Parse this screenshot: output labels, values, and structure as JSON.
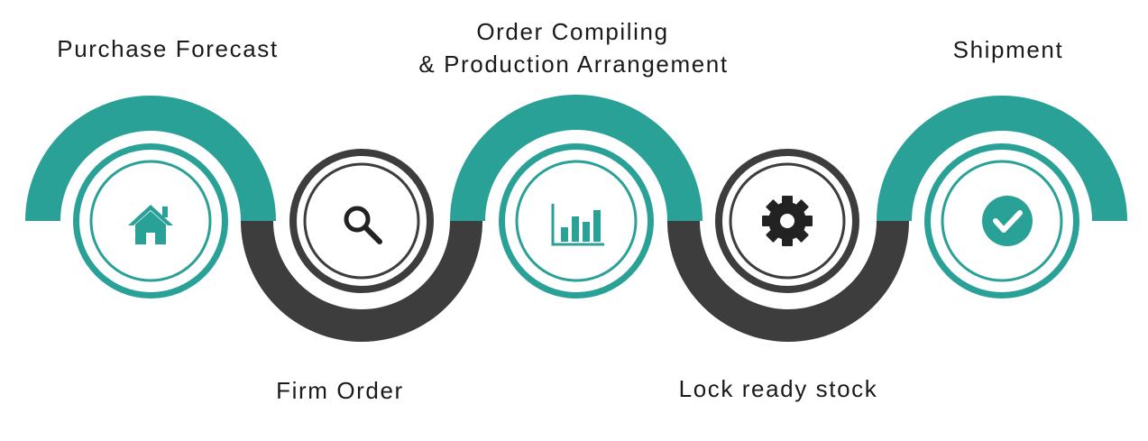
{
  "colors": {
    "teal": "#2aa197",
    "dark": "#3d3d3d",
    "icon_dark": "#222222",
    "background": "#ffffff"
  },
  "steps": [
    {
      "label_lines": [
        "Purchase Forecast"
      ],
      "icon": "home-icon",
      "theme": "teal",
      "label_position": "top"
    },
    {
      "label_lines": [
        "Firm Order"
      ],
      "icon": "search-icon",
      "theme": "dark",
      "label_position": "bottom"
    },
    {
      "label_lines": [
        "Order Compiling",
        "& Production Arrangement"
      ],
      "icon": "bar-chart-icon",
      "theme": "teal",
      "label_position": "top"
    },
    {
      "label_lines": [
        "Lock ready stock"
      ],
      "icon": "gear-icon",
      "theme": "dark",
      "label_position": "bottom"
    },
    {
      "label_lines": [
        "Shipment"
      ],
      "icon": "check-circle-icon",
      "theme": "teal",
      "label_position": "top"
    }
  ]
}
